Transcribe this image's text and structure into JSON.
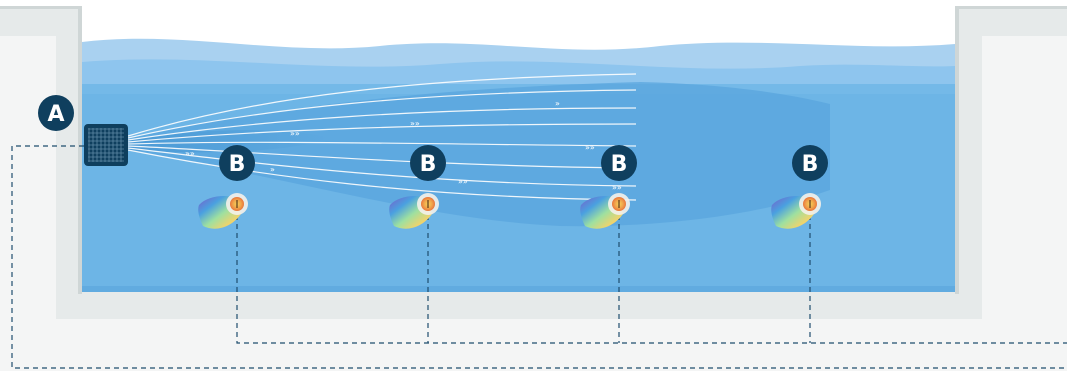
{
  "labels": {
    "inlet": "A",
    "outlets": [
      "B",
      "B",
      "B",
      "B"
    ]
  },
  "colors": {
    "badge": "#0f3f5e",
    "water_top": "#a9d1f0",
    "water_main": "#6db5e6",
    "water_deep": "#5aa6dd",
    "wall": "#e6eaea",
    "wall_dark": "#cfd6d6",
    "pipe_dash": "#1f4e6e",
    "flow_line": "#ffffff"
  },
  "icons": {
    "inlet": "grid-nozzle-icon",
    "outlet": "rainbow-fan-nozzle-icon"
  }
}
